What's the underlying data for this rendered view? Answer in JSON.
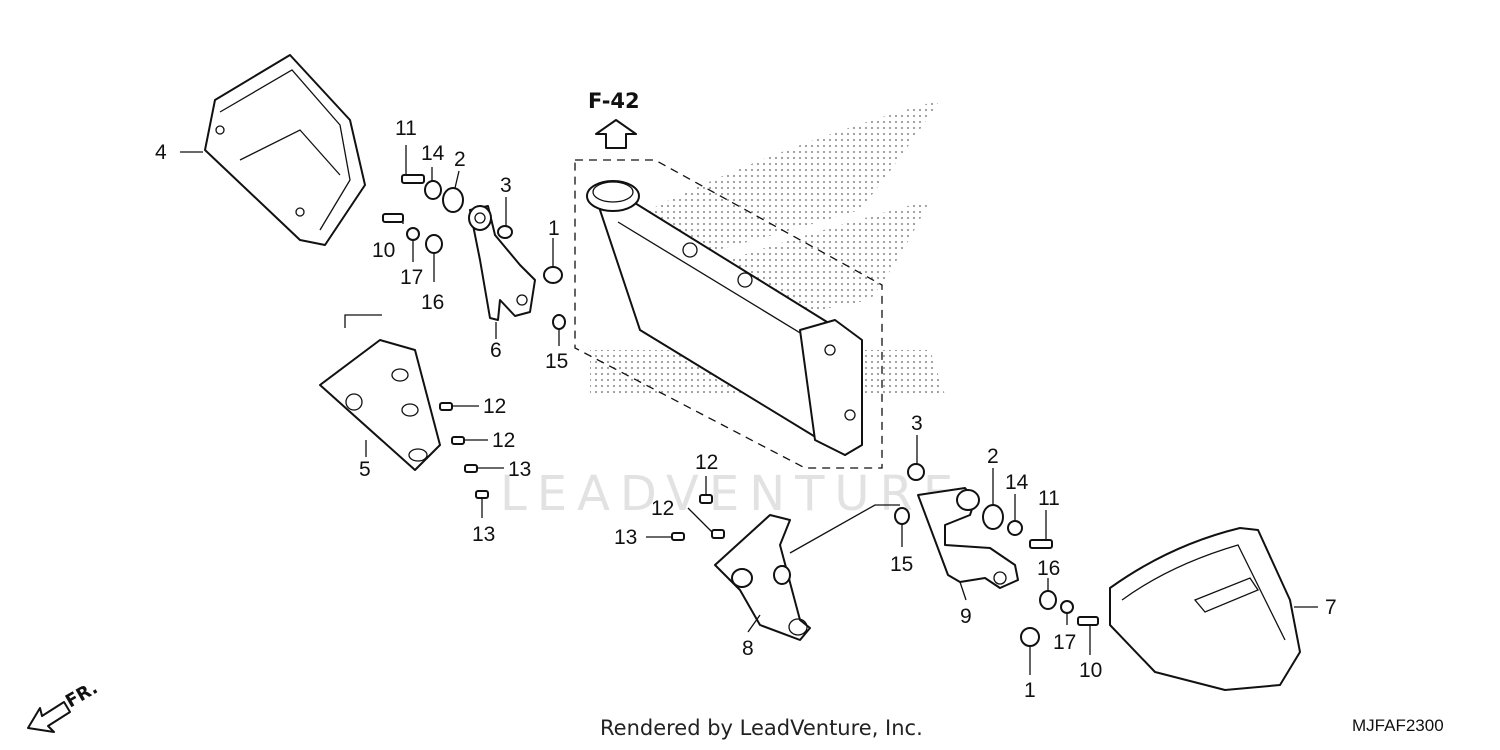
{
  "diagram": {
    "reference_label": "F-42",
    "direction_label": "FR.",
    "footer_text": "Rendered by LeadVenture, Inc.",
    "diagram_code": "MJFAF2300",
    "callouts": [
      {
        "id": "c11a",
        "text": "11"
      },
      {
        "id": "c14a",
        "text": "14"
      },
      {
        "id": "c2a",
        "text": "2"
      },
      {
        "id": "c3a",
        "text": "3"
      },
      {
        "id": "c4",
        "text": "4"
      },
      {
        "id": "c1a",
        "text": "1"
      },
      {
        "id": "c10a",
        "text": "10"
      },
      {
        "id": "c17a",
        "text": "17"
      },
      {
        "id": "c16a",
        "text": "16"
      },
      {
        "id": "c6",
        "text": "6"
      },
      {
        "id": "c15a",
        "text": "15"
      },
      {
        "id": "c12a",
        "text": "12"
      },
      {
        "id": "c12b",
        "text": "12"
      },
      {
        "id": "c5",
        "text": "5"
      },
      {
        "id": "c13a",
        "text": "13"
      },
      {
        "id": "c13b",
        "text": "13"
      },
      {
        "id": "c3b",
        "text": "3"
      },
      {
        "id": "c2b",
        "text": "2"
      },
      {
        "id": "c14b",
        "text": "14"
      },
      {
        "id": "c11b",
        "text": "11"
      },
      {
        "id": "c12c",
        "text": "12"
      },
      {
        "id": "c12d",
        "text": "12"
      },
      {
        "id": "c13c",
        "text": "13"
      },
      {
        "id": "c15b",
        "text": "15"
      },
      {
        "id": "c16b",
        "text": "16"
      },
      {
        "id": "c7",
        "text": "7"
      },
      {
        "id": "c9",
        "text": "9"
      },
      {
        "id": "c17b",
        "text": "17"
      },
      {
        "id": "c8",
        "text": "8"
      },
      {
        "id": "c1b",
        "text": "1"
      },
      {
        "id": "c10b",
        "text": "10"
      }
    ]
  }
}
